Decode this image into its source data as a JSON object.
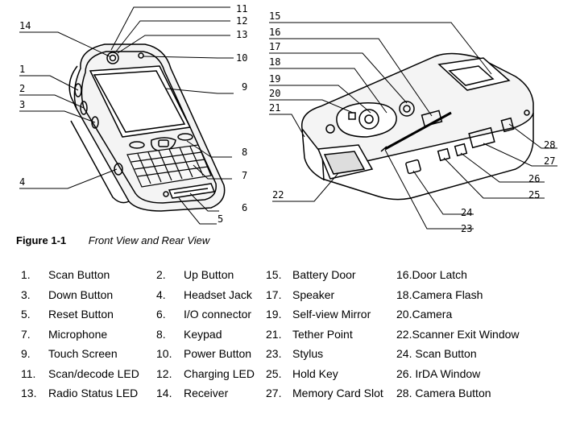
{
  "figure": {
    "number": "Figure 1-1",
    "title": "Front View and Rear View"
  },
  "callouts_front": [
    "1",
    "2",
    "3",
    "4",
    "5",
    "6",
    "7",
    "8",
    "9",
    "10",
    "11",
    "12",
    "13",
    "14"
  ],
  "callouts_rear": [
    "15",
    "16",
    "17",
    "18",
    "19",
    "20",
    "21",
    "22",
    "23",
    "24",
    "25",
    "26",
    "27",
    "28"
  ],
  "legend": [
    [
      {
        "n": "1.",
        "t": "Scan Button"
      },
      {
        "n": "2.",
        "t": "Up Button"
      },
      {
        "n": "15.",
        "t": "Battery Door"
      },
      {
        "n": "",
        "t": "16.Door Latch"
      }
    ],
    [
      {
        "n": "3.",
        "t": "Down Button"
      },
      {
        "n": "4.",
        "t": "Headset Jack"
      },
      {
        "n": "17.",
        "t": "Speaker"
      },
      {
        "n": "",
        "t": " 18.Camera Flash"
      }
    ],
    [
      {
        "n": "5.",
        "t": "Reset Button"
      },
      {
        "n": "6.",
        "t": "I/O connector"
      },
      {
        "n": "19.",
        "t": "Self-view Mirror"
      },
      {
        "n": "",
        "t": "20.Camera"
      }
    ],
    [
      {
        "n": "7.",
        "t": "Microphone"
      },
      {
        "n": "8.",
        "t": "Keypad"
      },
      {
        "n": "21.",
        "t": "Tether Point"
      },
      {
        "n": "",
        "t": "22.Scanner Exit Window"
      }
    ],
    [
      {
        "n": "9.",
        "t": "Touch Screen"
      },
      {
        "n": "10.",
        "t": "Power Button"
      },
      {
        "n": "23.",
        "t": "Stylus"
      },
      {
        "n": "",
        "t": "24. Scan Button"
      }
    ],
    [
      {
        "n": "11.",
        "t": "Scan/decode LED"
      },
      {
        "n": "12.",
        "t": "Charging LED"
      },
      {
        "n": "25.",
        "t": "Hold Key"
      },
      {
        "n": "",
        "t": "26. IrDA Window"
      }
    ],
    [
      {
        "n": "13.",
        "t": "Radio Status LED"
      },
      {
        "n": "14.",
        "t": "Receiver"
      },
      {
        "n": "27.",
        "t": "Memory Card Slot"
      },
      {
        "n": "",
        "t": "28. Camera Button"
      }
    ]
  ]
}
